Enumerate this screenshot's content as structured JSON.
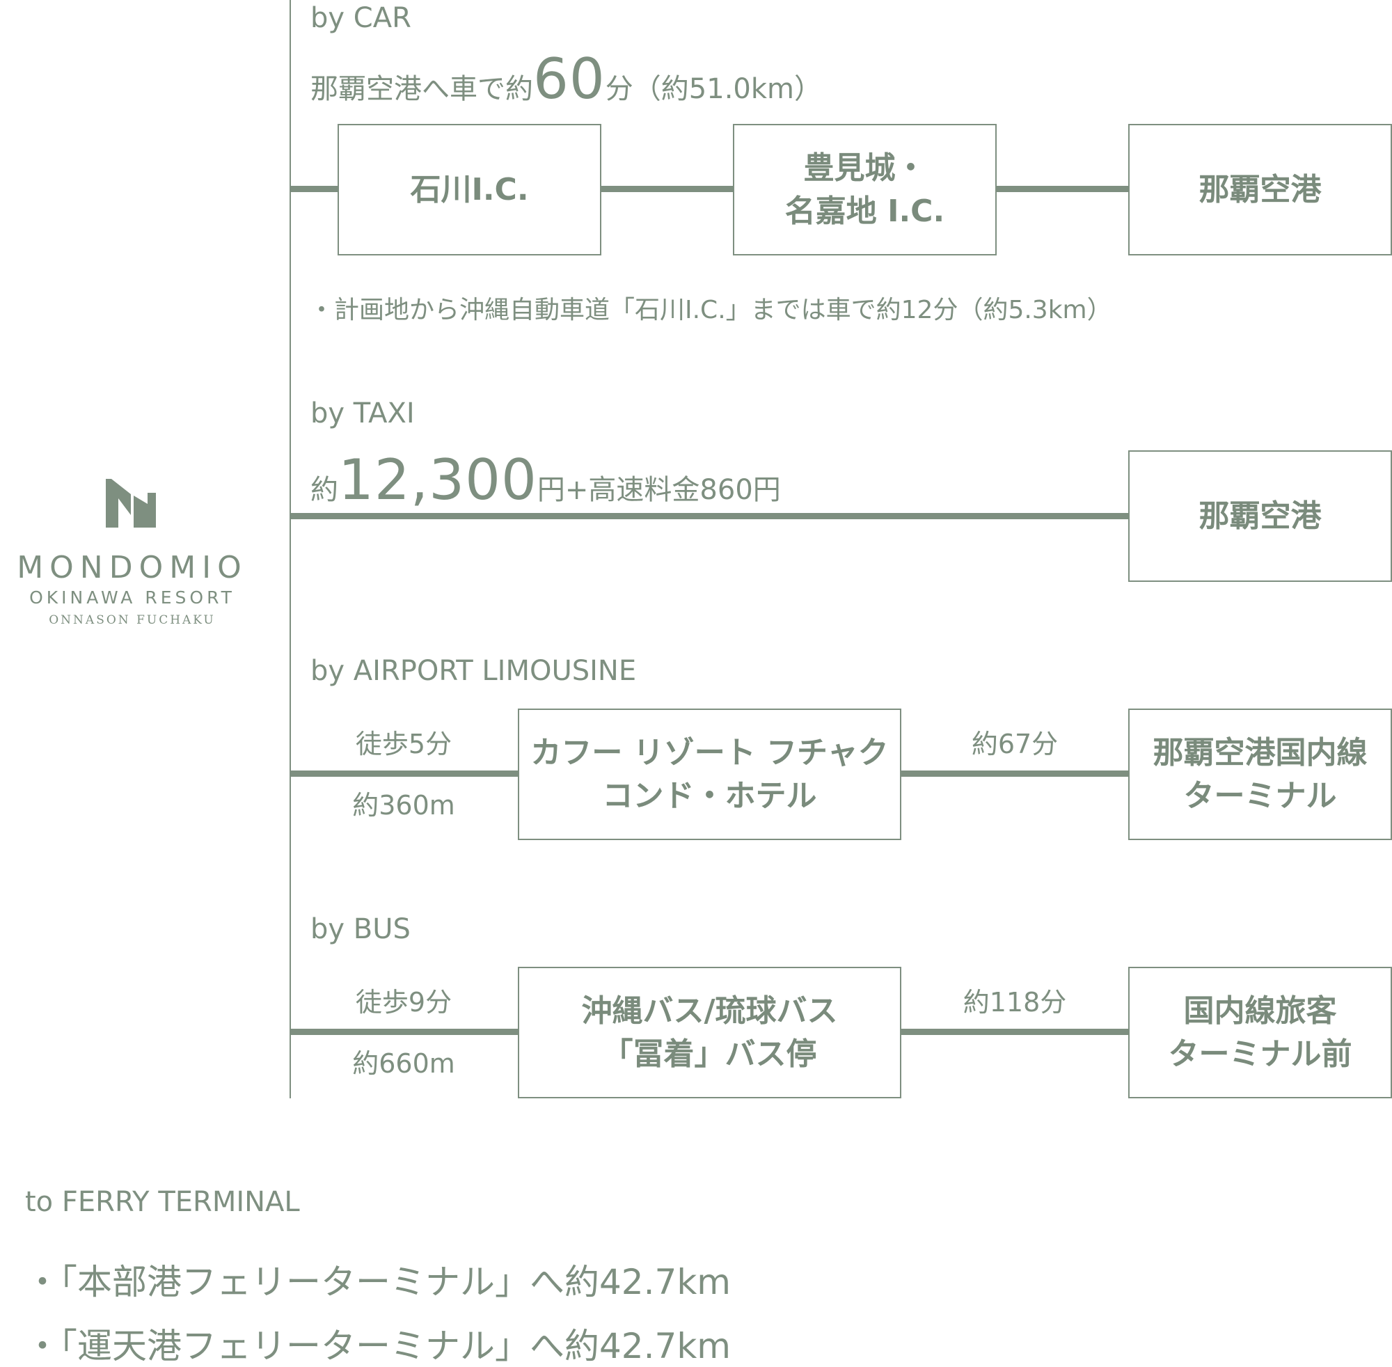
{
  "logo": {
    "name": "MONDOMIO",
    "sub": "OKINAWA RESORT",
    "location": "ONNASON FUCHAKU"
  },
  "car": {
    "heading": "by CAR",
    "time_prefix": "那覇空港へ車で約",
    "time_value": "60",
    "time_suffix": "分（約51.0km）",
    "stops": [
      "石川I.C.",
      "豊見城・\n名嘉地 I.C.",
      "那覇空港"
    ],
    "note": "・計画地から沖縄自動車道「石川I.C.」までは車で約12分（約5.3km）"
  },
  "taxi": {
    "heading": "by TAXI",
    "fare_prefix": "約",
    "fare_value": "12,300",
    "fare_suffix": "円+高速料金860円",
    "destination": "那覇空港"
  },
  "limousine": {
    "heading": "by AIRPORT LIMOUSINE",
    "walk_time": "徒歩5分",
    "walk_distance": "約360m",
    "stop": "カフー リゾート フチャク\nコンド・ホテル",
    "ride_time": "約67分",
    "destination": "那覇空港国内線\nターミナル"
  },
  "bus": {
    "heading": "by BUS",
    "walk_time": "徒歩9分",
    "walk_distance": "約660m",
    "stop": "沖縄バス/琉球バス\n「冨着」バス停",
    "ride_time": "約118分",
    "destination": "国内線旅客\nターミナル前"
  },
  "ferry": {
    "heading": "to FERRY TERMINAL",
    "items": [
      "・「本部港フェリーターミナル」へ約42.7km",
      "・「運天港フェリーターミナル」へ約42.7km"
    ]
  },
  "colors": {
    "accent": "#7e8f80",
    "background": "#ffffff"
  }
}
